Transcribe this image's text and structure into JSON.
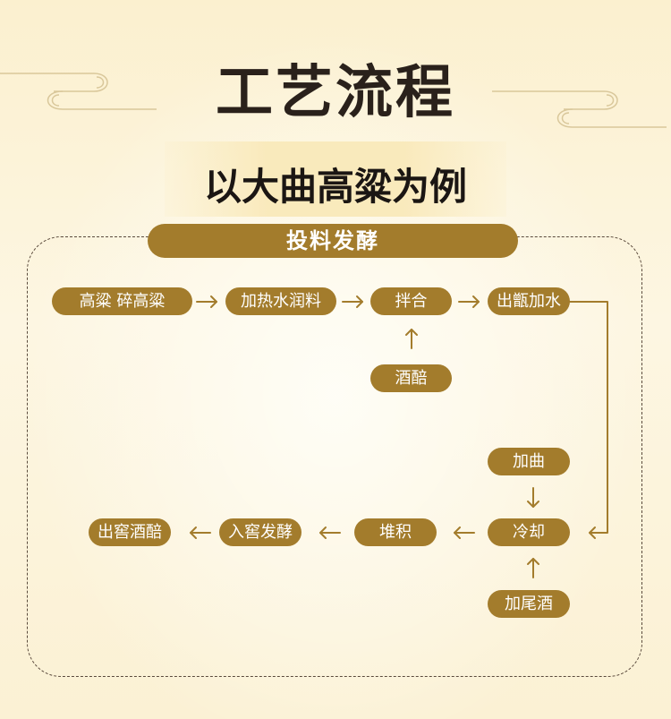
{
  "title": "工艺流程",
  "subtitle": "以大曲高粱为例",
  "section": "投料发酵",
  "nodes": {
    "sorghum": "高粱 碎高粱",
    "heat_water": "加热水润料",
    "mix": "拌合",
    "yeast_mash": "酒醅",
    "steam_water": "出甑加水",
    "add_qu": "加曲",
    "cool": "冷却",
    "tail_wine": "加尾酒",
    "pile": "堆积",
    "cellar": "入窖发酵",
    "out": "出窖酒醅"
  },
  "colors": {
    "node_fill": "#a37c2c",
    "arrow": "#a37c2c",
    "title": "#2a211b",
    "background": "#fbf0cf"
  }
}
